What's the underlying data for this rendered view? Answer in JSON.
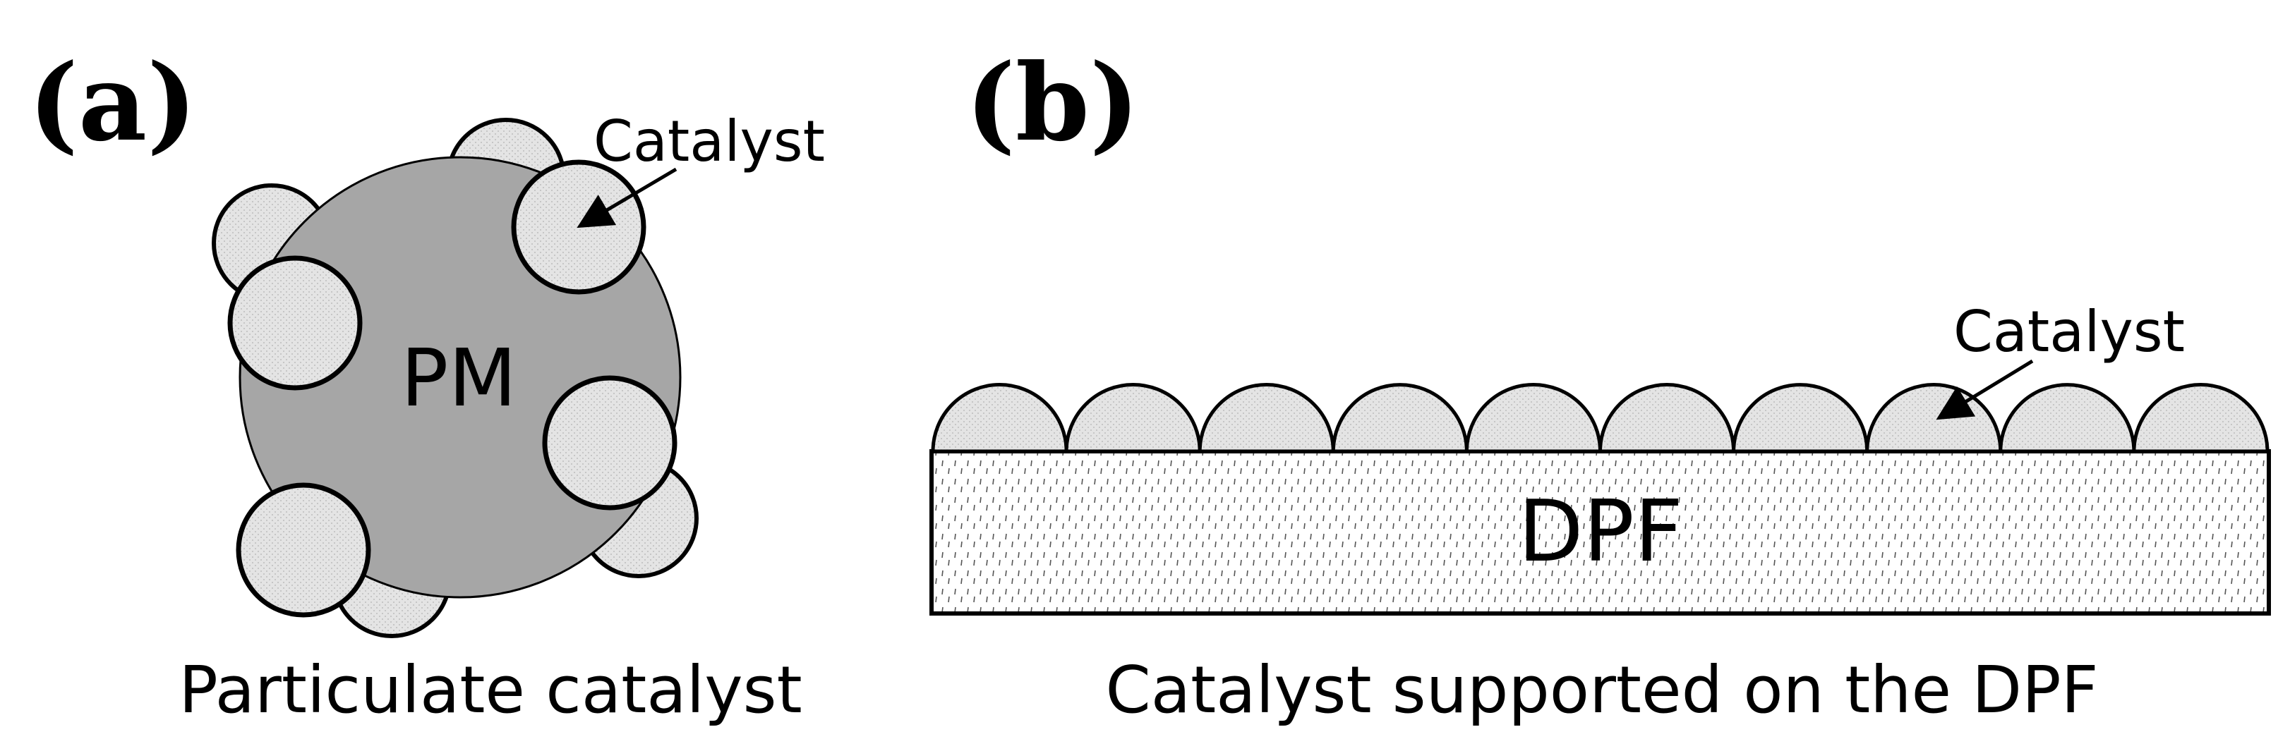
{
  "panel_a": {
    "label": "(a)",
    "center_text": "PM",
    "callout": "Catalyst",
    "caption": "Particulate catalyst"
  },
  "panel_b": {
    "label": "(b)",
    "substrate_text": "DPF",
    "callout": "Catalyst",
    "caption": "Catalyst supported on the DPF"
  },
  "colors": {
    "pm_fill": "#a6a6a6",
    "catalyst_fill": "#e2e2e2",
    "outline": "#000000",
    "substrate_fill": "#ffffff"
  }
}
